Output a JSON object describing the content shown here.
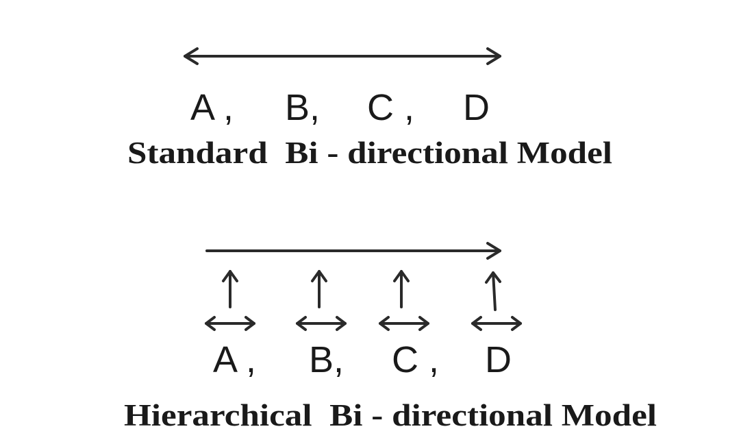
{
  "standard": {
    "letters": [
      "A ,",
      "B,",
      "C ,",
      "D"
    ],
    "caption": "Standard  Bi - directional Model"
  },
  "hierarchical": {
    "letters": [
      "A ,",
      "B,",
      "C ,",
      "D"
    ],
    "caption": "Hierarchical  Bi - directional Model"
  }
}
